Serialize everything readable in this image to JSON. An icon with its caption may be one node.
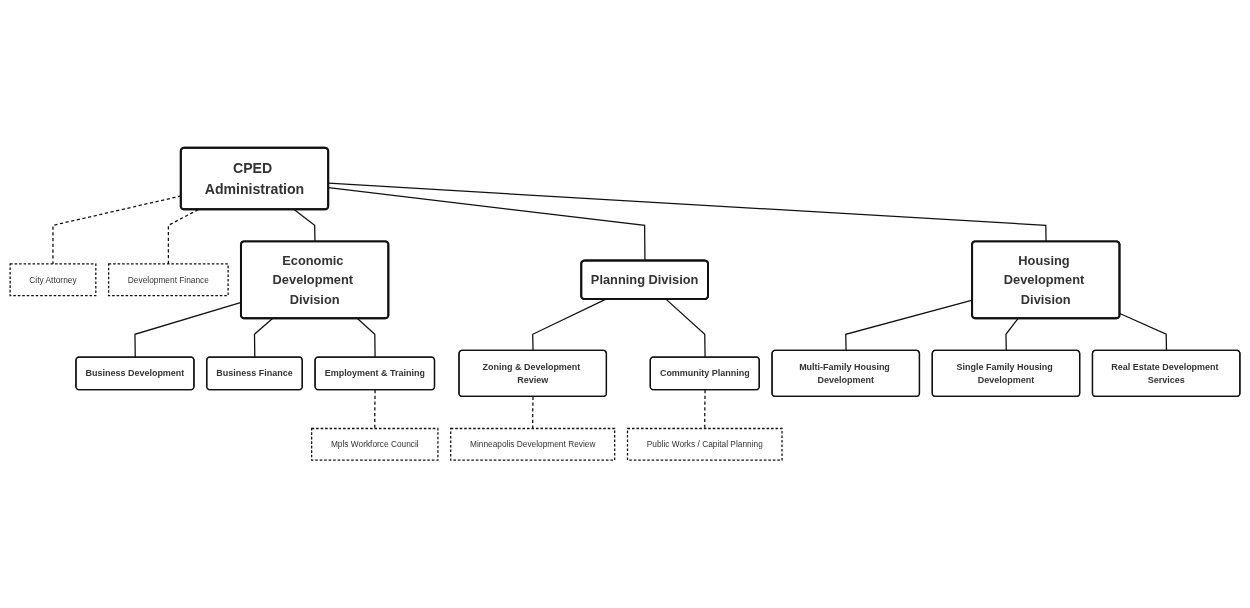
{
  "diagram": {
    "nodes": [
      {
        "text": [
          "City Attorney"
        ]
      },
      {
        "text": [
          "CPED Administration"
        ]
      },
      {
        "text": [
          "Development Finance"
        ]
      },
      {
        "text": [
          "Economic Development Division"
        ]
      },
      {
        "text": [
          "Planning Division"
        ]
      },
      {
        "text": [
          "Housing Development Division"
        ]
      },
      {
        "text": [
          "Business Development"
        ]
      },
      {
        "text": [
          "Business Finance"
        ]
      },
      {
        "text": [
          "Employment & Training"
        ]
      },
      {
        "text": [
          "Zoning & Development Review"
        ]
      },
      {
        "text": [
          "Community Planning"
        ]
      },
      {
        "text": [
          "Multi-Family Housing Development"
        ]
      },
      {
        "text": [
          "Single Family Housing Development"
        ]
      },
      {
        "text": [
          "Real Estate Development Services"
        ]
      },
      {
        "text": [
          "Mpls Workforce Council"
        ]
      },
      {
        "text": [
          "Minneapolis Development Review"
        ]
      },
      {
        "text": [
          "Public Works / Capital Planning"
        ]
      }
    ],
    "edges": [
      {
        "from": 1,
        "to": 0,
        "arrow": "none",
        "style": "dashed"
      },
      {
        "from": 1,
        "to": 2,
        "arrow": "none",
        "style": "dashed"
      },
      {
        "from": 1,
        "to": 3,
        "arrow": "none"
      },
      {
        "from": 1,
        "to": 4,
        "arrow": "none"
      },
      {
        "from": 1,
        "to": 5,
        "arrow": "none"
      },
      {
        "from": 3,
        "to": 6,
        "arrow": "none"
      },
      {
        "from": 3,
        "to": 7,
        "arrow": "none"
      },
      {
        "from": 3,
        "to": 8,
        "arrow": "none"
      },
      {
        "from": 4,
        "to": 9,
        "arrow": "none"
      },
      {
        "from": 4,
        "to": 10,
        "arrow": "none"
      },
      {
        "from": 5,
        "to": 11,
        "arrow": "none"
      },
      {
        "from": 5,
        "to": 12,
        "arrow": "none"
      },
      {
        "from": 5,
        "to": 13,
        "arrow": "none"
      },
      {
        "from": 8,
        "to": 14,
        "arrow": "none",
        "style": "dashed"
      },
      {
        "from": 9,
        "to": 15,
        "arrow": "none",
        "style": "dashed"
      },
      {
        "from": 10,
        "to": 16,
        "arrow": "none",
        "style": "dashed"
      }
    ]
  }
}
